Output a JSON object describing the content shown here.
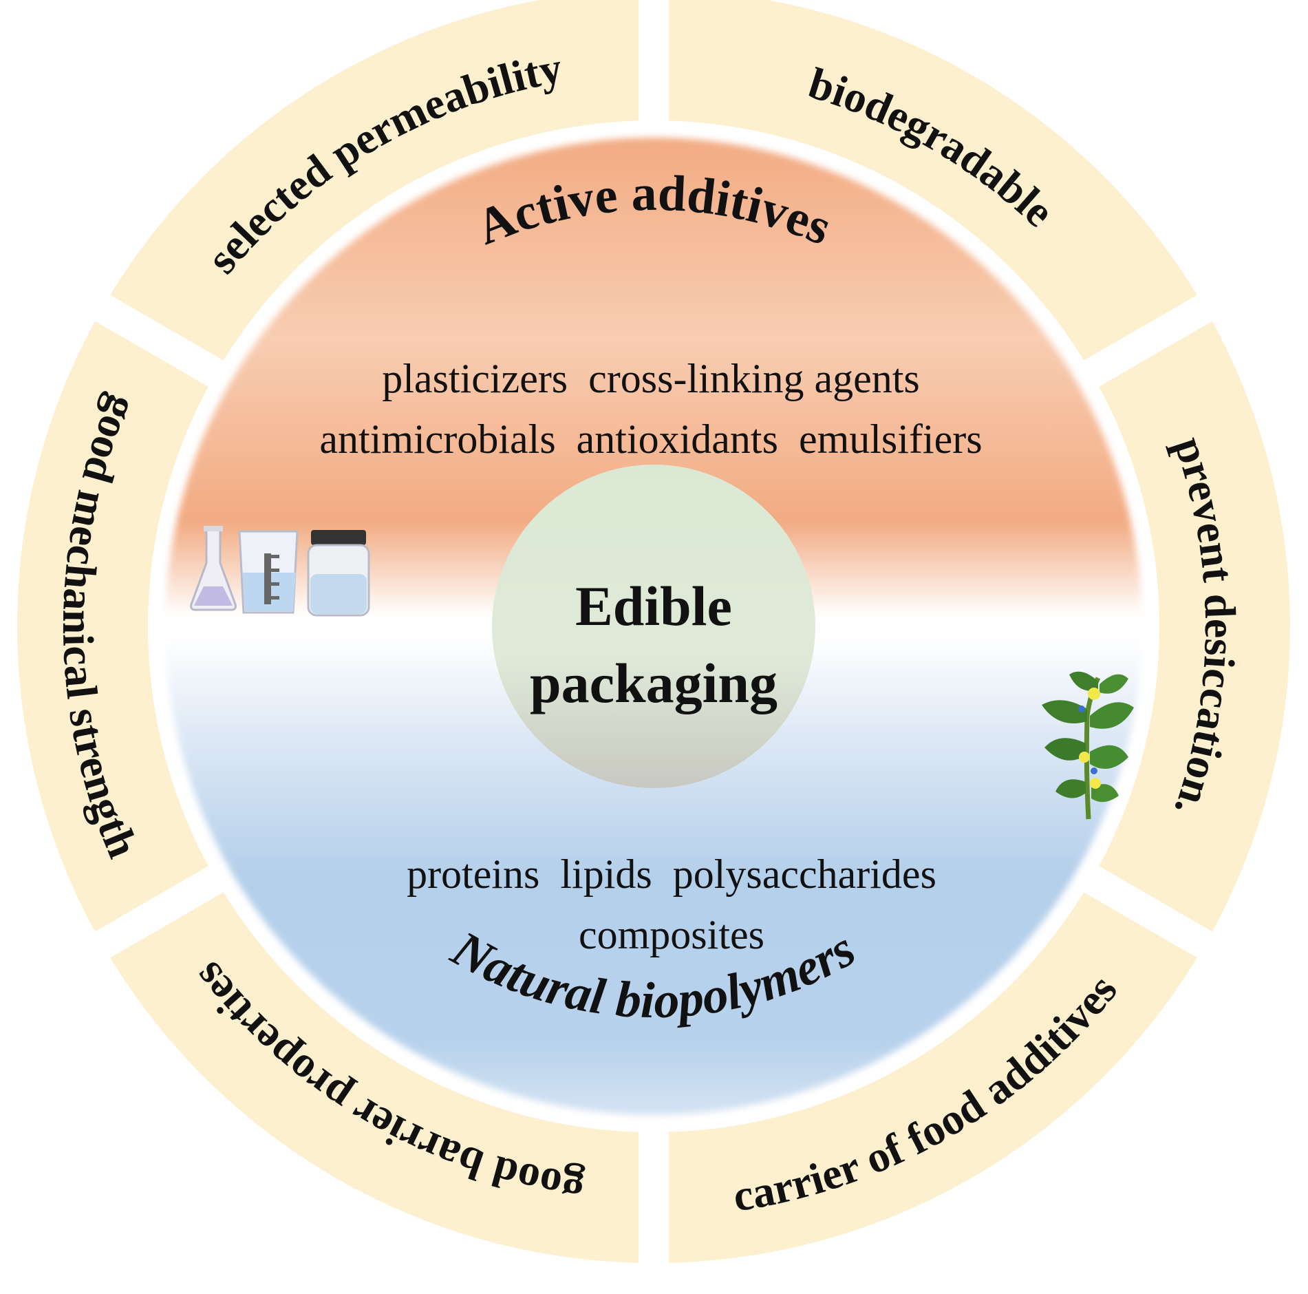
{
  "center": {
    "line1": "Edible",
    "line2": "packaging"
  },
  "top_half": {
    "title": "Active additives",
    "items_line1": "plasticizers  cross-linking agents",
    "items_line2": "antimicrobials  antioxidants  emulsifiers",
    "icon": "lab-glassware-icon"
  },
  "bottom_half": {
    "title": "Natural biopolymers",
    "items_line1": "proteins  lipids  polysaccharides",
    "items_line2": "composites",
    "icon": "plant-sprig-icon"
  },
  "ring": {
    "segments": [
      {
        "label": "selected permeability"
      },
      {
        "label": "biodegradable"
      },
      {
        "label": "prevent desiccation."
      },
      {
        "label": "carrier of food additives"
      },
      {
        "label": "good barrier properties"
      },
      {
        "label": "good mechanical strength"
      }
    ]
  },
  "colors": {
    "ring": "#fdf0cf",
    "top_fill": "#f2ab82",
    "bottom_fill": "#b4cfea",
    "center": "#dde9d4"
  }
}
